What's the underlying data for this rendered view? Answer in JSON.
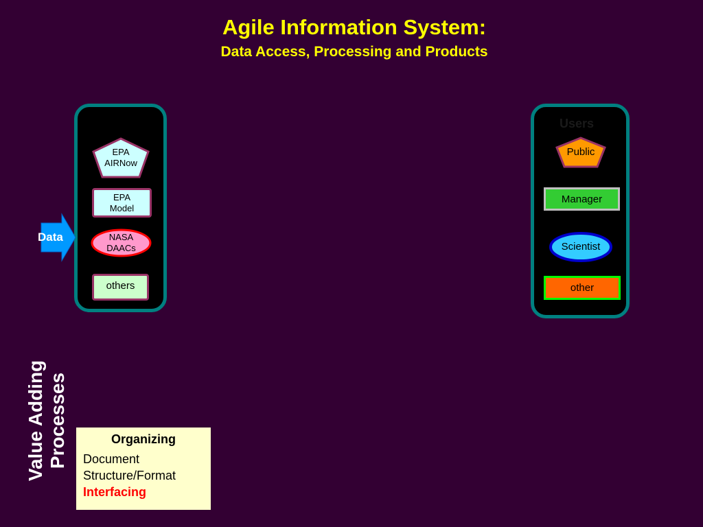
{
  "header": {
    "title": "Agile Information System:",
    "subtitle": "Data Access, Processing and Products"
  },
  "sources": {
    "epa_airnow": "EPA AIRNow",
    "epa_model": "EPA Model",
    "nasa_daacs": "NASA DAACs",
    "others": "others"
  },
  "data_arrow": {
    "label": "Data"
  },
  "users": {
    "heading": "Users",
    "public": "Public",
    "manager": "Manager",
    "scientist": "Scientist",
    "other": "other"
  },
  "value_adding": "Value Adding Processes",
  "card": {
    "heading": "Organizing",
    "line1": "Document",
    "line2": "Structure/Format",
    "line3": "Interfacing"
  },
  "colors": {
    "background": "#330033",
    "title": "#ffff00",
    "panel_border": "#008080",
    "source_border": "#993366",
    "arrow": "#0099ff",
    "card_bg": "#ffffcc"
  }
}
